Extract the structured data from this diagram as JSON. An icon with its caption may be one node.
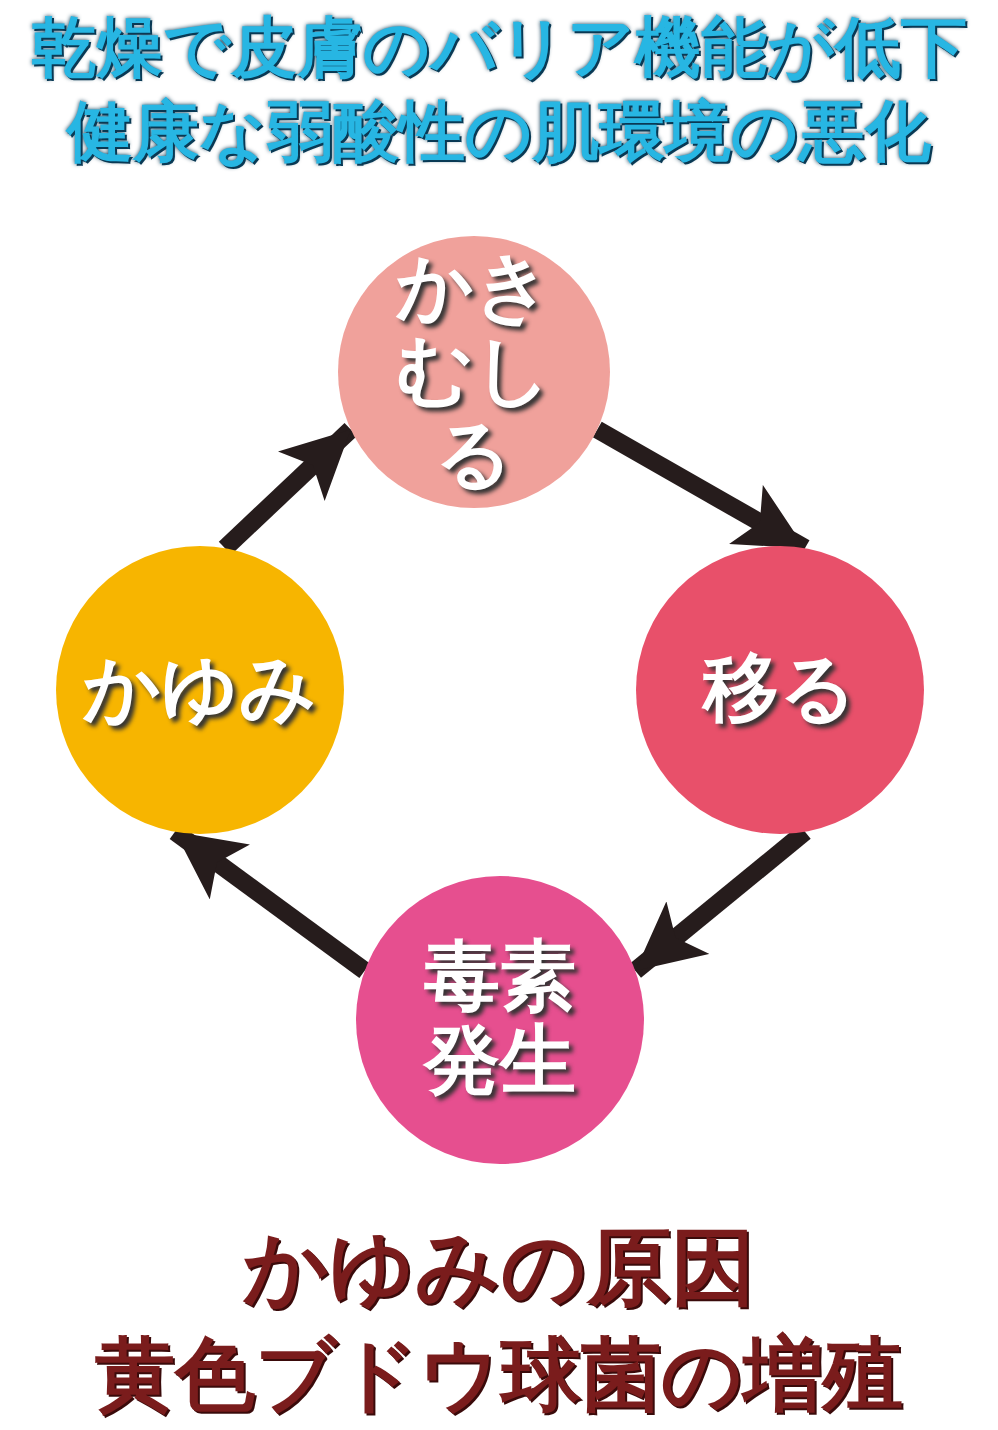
{
  "diagram": {
    "nodes": [
      {
        "text": [
          "かきむしる"
        ]
      },
      {
        "text": [
          "移る"
        ]
      },
      {
        "text": [
          "毒素発生"
        ]
      },
      {
        "text": [
          "かゆみ"
        ]
      }
    ],
    "edges": [
      {
        "from": 0,
        "to": 1,
        "arrow": "to"
      },
      {
        "from": 1,
        "to": 2,
        "arrow": "to"
      },
      {
        "from": 2,
        "to": 3,
        "arrow": "to"
      },
      {
        "from": 3,
        "to": 0,
        "arrow": "to"
      }
    ],
    "labels": [
      "乾燥で皮膚のバリア機能が低下",
      "健康な弱酸性の肌環境の悪化",
      "かゆみの原因",
      "黄色ブドウ球菌の増殖"
    ]
  }
}
